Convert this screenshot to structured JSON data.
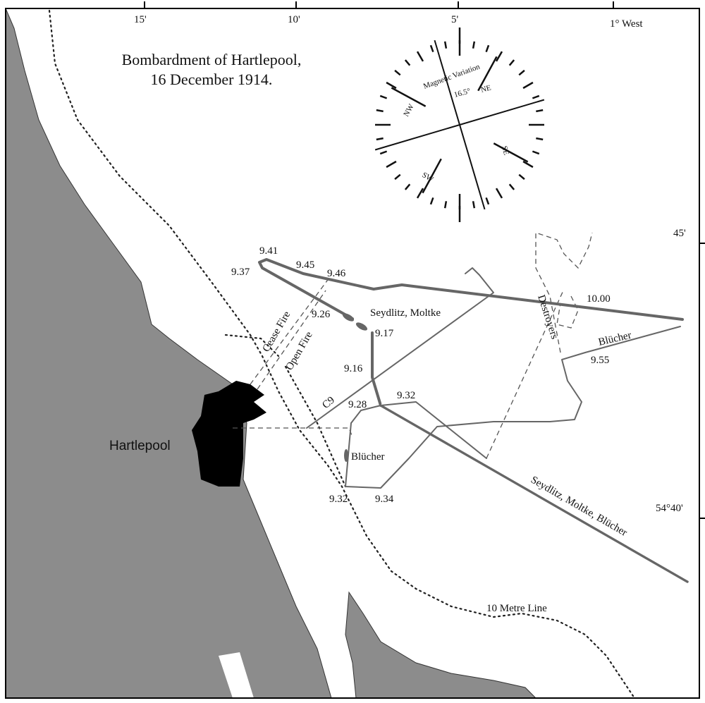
{
  "title_line1": "Bombardment of Hartlepool,",
  "title_line2": "16 December 1914.",
  "top_ticks": [
    "15'",
    "10'",
    "5'",
    "1° West"
  ],
  "right_ticks": [
    "45'",
    "54°40'"
  ],
  "compass": {
    "label": "Magnetic Variation",
    "value": "16.5°",
    "nw": "NW",
    "ne": "NE",
    "se": "SE",
    "sw": "SW"
  },
  "town": "Hartlepool",
  "depth_line": "10 Metre Line",
  "labels": {
    "cease_fire": "Cease Fire",
    "open_fire": "Open Fire",
    "seydlitz_moltke": "Seydlitz, Moltke",
    "blucher_1": "Blücher",
    "blucher_2": "Blücher",
    "destroyers": "Destroyers",
    "c9": "C9",
    "squadron": "Seydlitz, Moltke, Blücher"
  },
  "times": {
    "t937": "9.37",
    "t941": "9.41",
    "t945": "9.45",
    "t946": "9.46",
    "t926": "9.26",
    "t917": "9.17",
    "t916": "9.16",
    "t928": "9.28",
    "t932a": "9.32",
    "t932b": "9.32",
    "t934": "9.34",
    "t1000": "10.00",
    "t955": "9.55"
  },
  "colors": {
    "land": "#8c8c8c",
    "town": "#000000",
    "track": "#666666"
  }
}
